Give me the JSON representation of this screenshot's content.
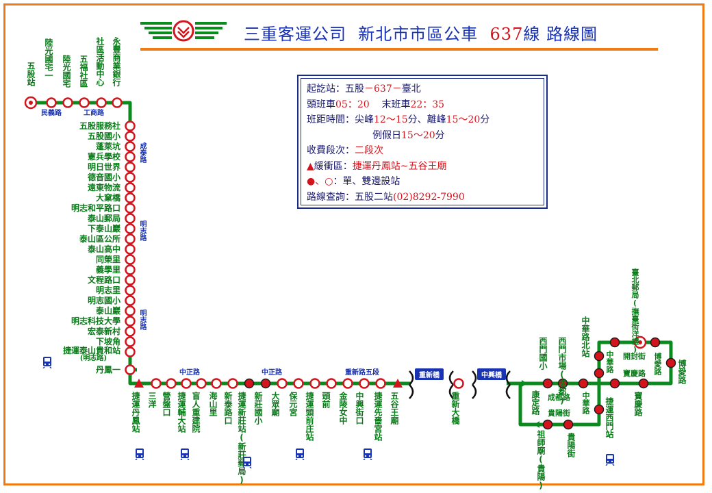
{
  "colors": {
    "route": "#0b8a1e",
    "station_fill": "#ffffff",
    "station_stroke": "#d4141c",
    "text_station": "#0b7a1a",
    "road": "#1a33b3",
    "frame": "#f07a14",
    "info_text": "#1a1a6e",
    "accent_red": "#d4141c"
  },
  "header": {
    "title_a": "三重客運公司",
    "title_b": "新北市市區公車",
    "title_num": "637",
    "title_c": "線 路線圖"
  },
  "info": {
    "l1_label": "起訖站：",
    "l1_a": "五股",
    "l1_sep": "－637－",
    "l1_b": "臺北",
    "l2_a": "頭班車",
    "l2_b": "05：20",
    "l2_c": "末班車",
    "l2_d": "22：35",
    "l3_a": "班距時間：尖峰",
    "l3_b": "12～15",
    "l3_c": "分、離峰",
    "l3_d": "15～20",
    "l3_e": "分",
    "l4_a": "例假日",
    "l4_b": "15～20",
    "l4_c": "分",
    "l5_a": "收費段次：",
    "l5_b": "二段次",
    "l6_icon": "▲",
    "l6_a": "緩衝區：",
    "l6_b": "捷運丹鳳站~五谷王廟",
    "l7_icons": "●、○",
    "l7_a": "：單、雙邊設站",
    "l8_a": "路線查詢：五股二站",
    "l8_b": "(02)8292-7990"
  },
  "top_stations": [
    "五股站",
    "陸光國宅一",
    "陸光國宅",
    "五福社區",
    "社區活動中心",
    "永豐商業銀行"
  ],
  "left_stations": [
    "五股服務社",
    "五股國小",
    "蓬萊坑",
    "憲兵學校",
    "明日世界",
    "德音國小",
    "遠東物流",
    "大窠橋",
    "明志和平路口",
    "泰山郵局",
    "下泰山巖",
    "泰山區公所",
    "泰山高中",
    "同榮里",
    "義學里",
    "文程路口",
    "明志里",
    "明志國小",
    "泰山巖",
    "明志科技大學",
    "宏泰新村",
    "下坡角",
    "捷運泰山貴和站",
    "(明志路)",
    "丹鳳一"
  ],
  "bottom_stations": [
    "捷運丹鳳站",
    "三洋",
    "營盤口",
    "捷運輔大站",
    "盲人重建院",
    "海山里",
    "新泰路口",
    "捷運新莊站(新莊郵局)",
    "新莊國小",
    "大眾廟",
    "保元宮",
    "捷運頭前庄站",
    "頭前",
    "金陵女中",
    "中興街口",
    "捷運先嗇宮站",
    "五谷王廟",
    "重新大橋"
  ],
  "east_stations": [
    "西門國小",
    "西門市場(成都)",
    "中華路北站",
    "臺北郵局(撫臺街洋樓)",
    "開封街",
    "博愛路",
    "寶慶路",
    "博愛路",
    "寶慶路",
    "捷運西門站",
    "中華路",
    "康定路",
    "成都路",
    "貴陽街",
    "祖師廟(貴陽)",
    "貴陽街",
    "中華路"
  ],
  "roads": {
    "minyi": "民義路",
    "gongshang": "工商路",
    "chengtai": "成泰路",
    "mingzhi1": "明志路",
    "mingzhi2": "明志路",
    "zhongzheng1": "中正路",
    "zhongzheng2": "中正路",
    "xinshan": "重新路五段",
    "chongxin_bridge": "重新橋",
    "zhongxing_bridge": "中興橋"
  },
  "icons": {
    "logo": "bus-company-logo",
    "metro": "metro-train-icon"
  }
}
